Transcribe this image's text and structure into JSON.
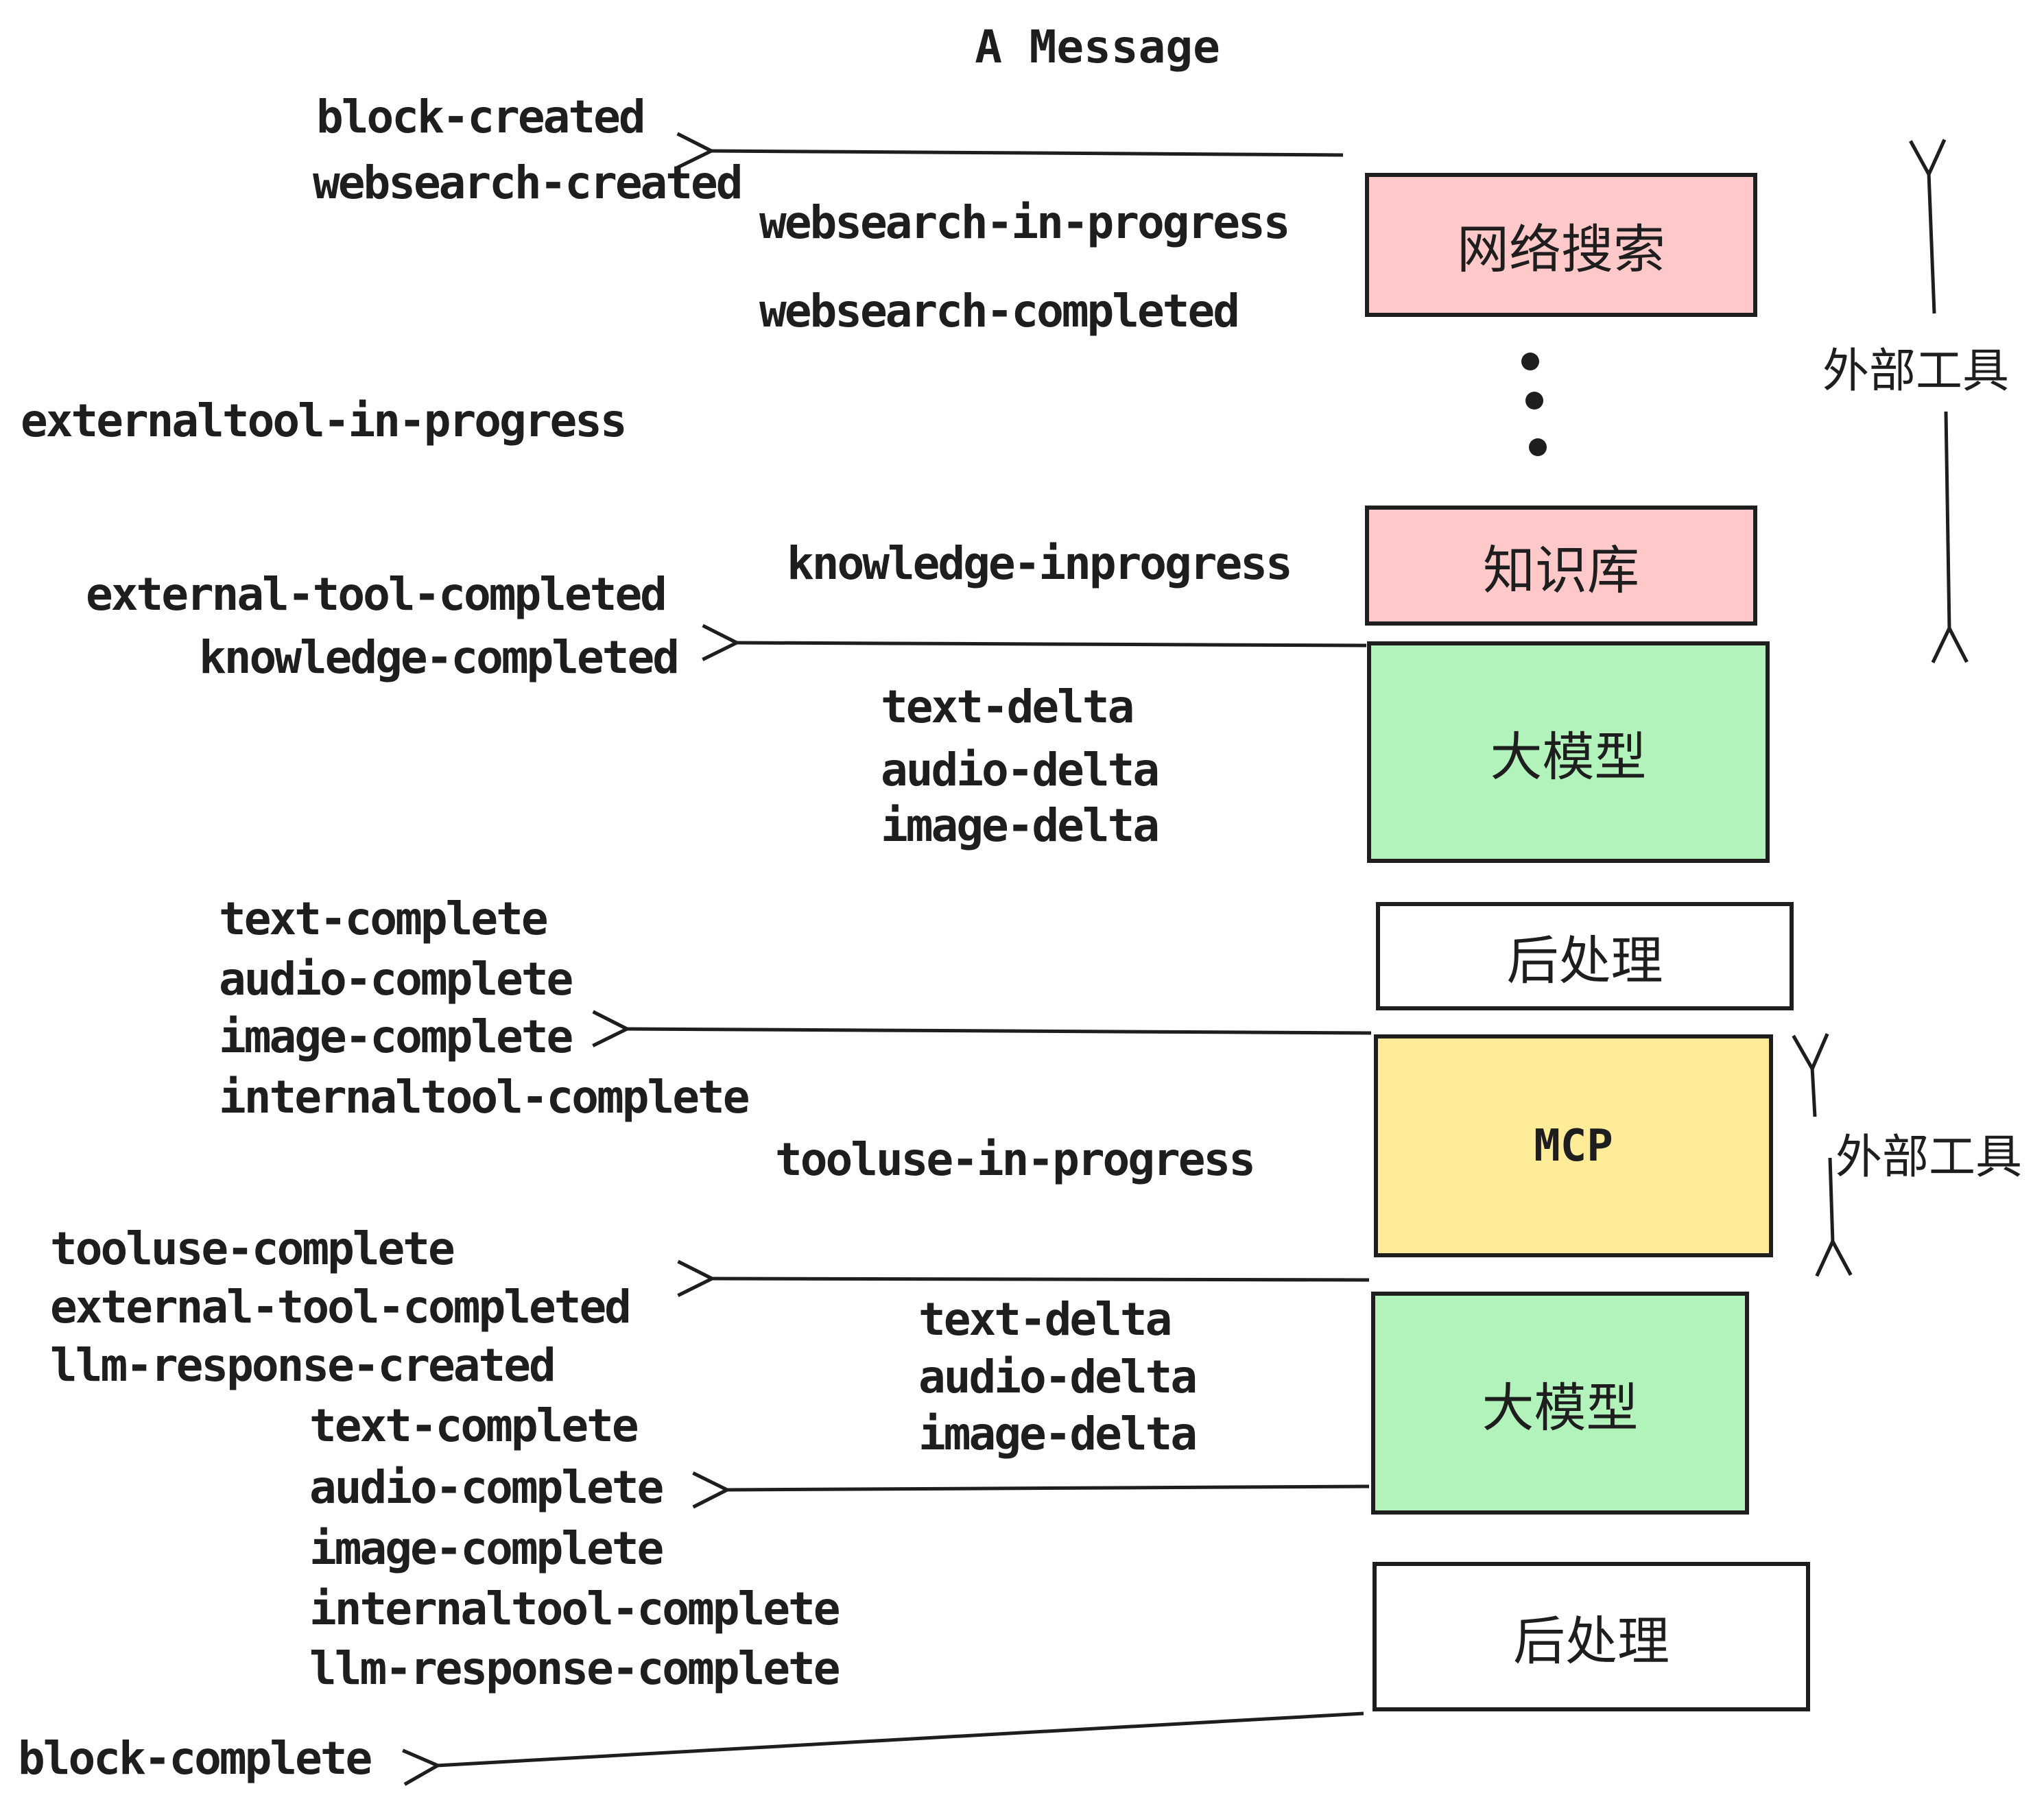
{
  "title": "A Message",
  "events": {
    "block_created": "block-created",
    "websearch_created": "websearch-created",
    "websearch_in_progress": "websearch-in-progress",
    "websearch_completed": "websearch-completed",
    "externaltool_in_progress": "externaltool-in-progress",
    "knowledge_inprogress": "knowledge-inprogress",
    "external_tool_completed": "external-tool-completed",
    "knowledge_completed": "knowledge-completed",
    "text_delta": "text-delta",
    "audio_delta": "audio-delta",
    "image_delta": "image-delta",
    "text_complete": "text-complete",
    "audio_complete": "audio-complete",
    "image_complete": "image-complete",
    "internaltool_complete": "internaltool-complete",
    "tooluse_in_progress": "tooluse-in-progress",
    "tooluse_complete": "tooluse-complete",
    "llm_response_created": "llm-response-created",
    "llm_response_complete": "llm-response-complete",
    "block_complete": "block-complete"
  },
  "boxes": {
    "websearch": {
      "label": "网络搜索",
      "color": "#ffc9c9"
    },
    "knowledge": {
      "label": "知识库",
      "color": "#ffc9c9"
    },
    "llm1": {
      "label": "大模型",
      "color": "#b2f2bb"
    },
    "postprocess1": {
      "label": "后处理",
      "color": "#ffffff"
    },
    "mcp": {
      "label": "MCP",
      "color": "#ffec99"
    },
    "llm2": {
      "label": "大模型",
      "color": "#b2f2bb"
    },
    "postprocess2": {
      "label": "后处理",
      "color": "#ffffff"
    }
  },
  "annotations": {
    "external_tools_top": "外部工具",
    "external_tools_bottom": "外部工具"
  },
  "colors": {
    "stroke": "#1e1e1e",
    "pink": "#ffc9c9",
    "green": "#b2f2bb",
    "yellow": "#ffec99",
    "white": "#ffffff"
  }
}
